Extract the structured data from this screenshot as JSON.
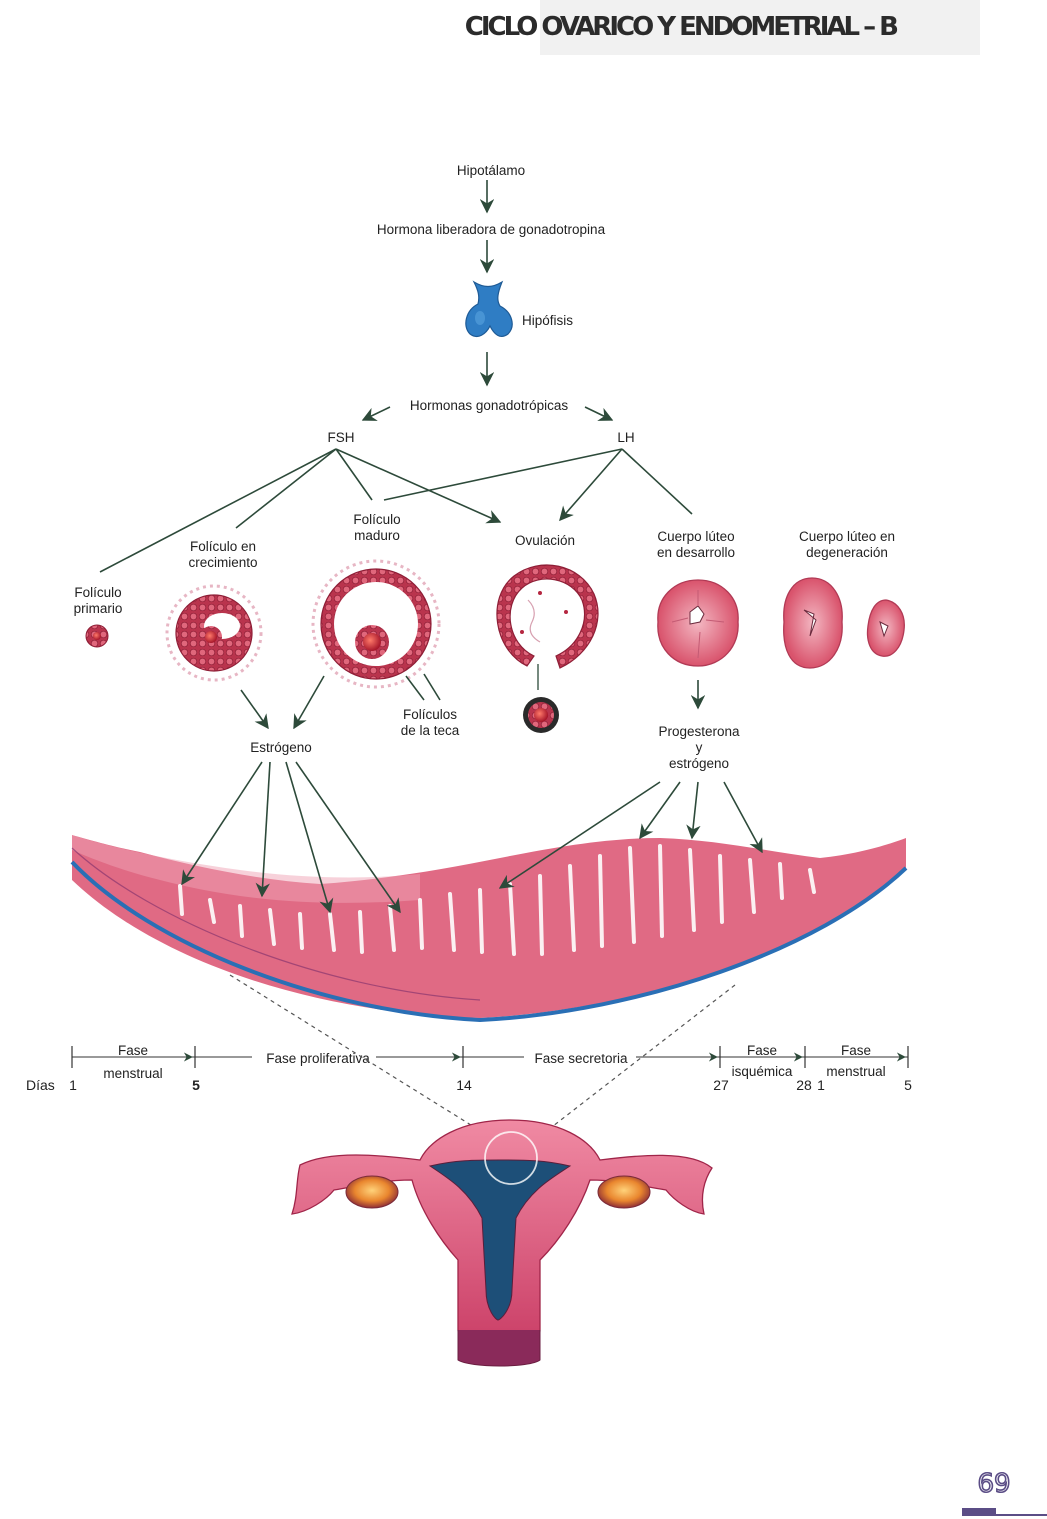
{
  "header": {
    "title": "CICLO OVARICO Y ENDOMETRIAL – B"
  },
  "hormones": {
    "hypothalamus": "Hipotálamo",
    "gnrh": "Hormona liberadora de gonadotropina",
    "pituitary": "Hipófisis",
    "gonadotropins": "Hormonas gonadotrópicas",
    "fsh": "FSH",
    "lh": "LH",
    "estrogen": "Estrógeno",
    "progesterone_1": "Progesterona",
    "progesterone_2": "y",
    "progesterone_3": "estrógeno"
  },
  "stages": {
    "primary_1": "Folículo",
    "primary_2": "primario",
    "growing_1": "Folículo en",
    "growing_2": "crecimiento",
    "mature_1": "Folículo",
    "mature_2": "maduro",
    "ovulation": "Ovulación",
    "cl_dev_1": "Cuerpo lúteo",
    "cl_dev_2": "en desarrollo",
    "cl_deg_1": "Cuerpo lúteo en",
    "cl_deg_2": "degeneración",
    "theca_1": "Folículos",
    "theca_2": "de la teca"
  },
  "timeline": {
    "days_label": "Días",
    "menstrual_1_a": "Fase",
    "menstrual_1_b": "menstrual",
    "proliferative": "Fase proliferativa",
    "secretory": "Fase secretoria",
    "ischemic_a": "Fase",
    "ischemic_b": "isquémica",
    "menstrual_2_a": "Fase",
    "menstrual_2_b": "menstrual",
    "day_1": "1",
    "day_5": "5",
    "day_14": "14",
    "day_27": "27",
    "day_28": "28",
    "day_1b": "1",
    "day_5b": "5"
  },
  "footer": {
    "logo_text": "69"
  },
  "colors": {
    "tissue": "#e4788c",
    "tissue_dark": "#b8344f",
    "blue": "#2a6fb5",
    "arrow": "#2d4a3a",
    "accent": "#5b4d86"
  }
}
